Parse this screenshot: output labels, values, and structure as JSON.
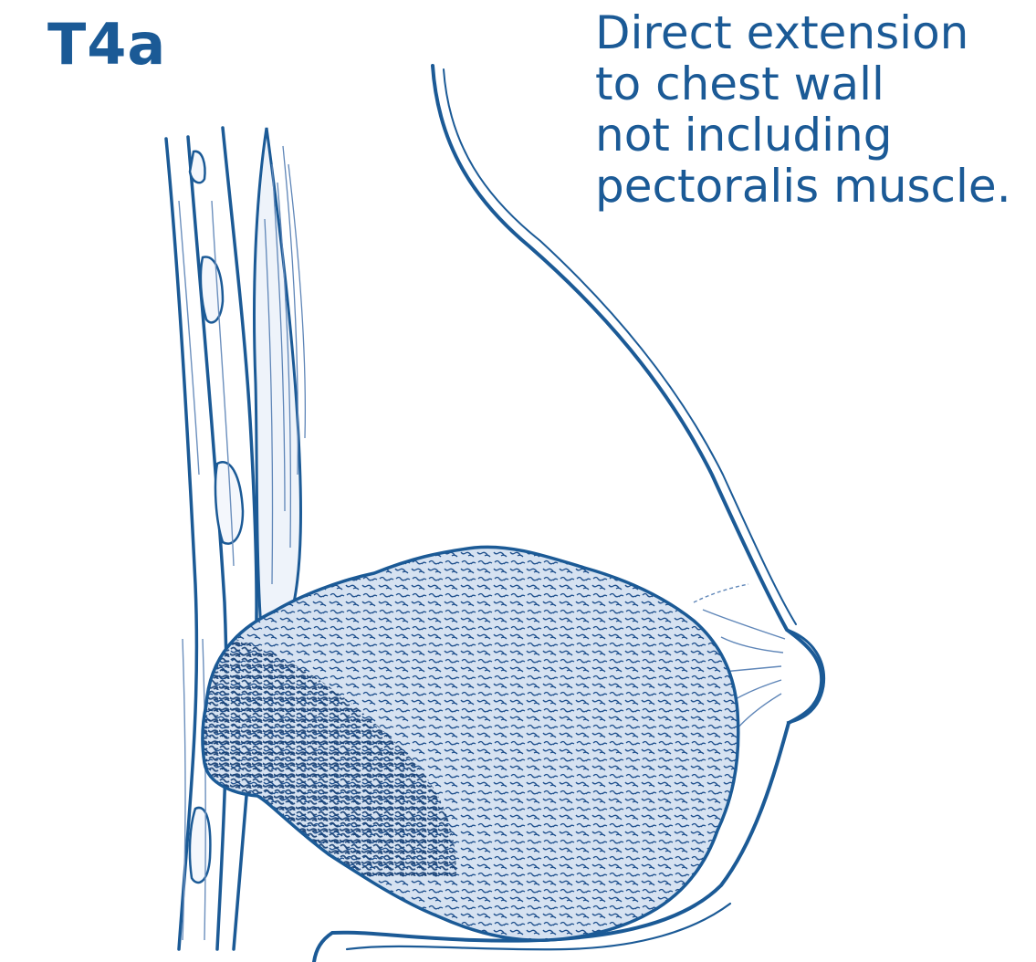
{
  "header": {
    "stage": "T4a"
  },
  "caption": {
    "lines": [
      "Direct extension",
      "to chest wall",
      "not including",
      "pectoralis muscle."
    ]
  },
  "colors": {
    "ink": "#1b5a96",
    "ink_dark": "#1e4f8c",
    "tumor_fill": "#d6e2f1",
    "muscle_fill": "#eef3fa"
  },
  "illustration": {
    "structures": [
      "chest-wall",
      "pectoralis-muscle",
      "breast-outline",
      "nipple",
      "tumor",
      "lactiferous-ducts"
    ]
  }
}
